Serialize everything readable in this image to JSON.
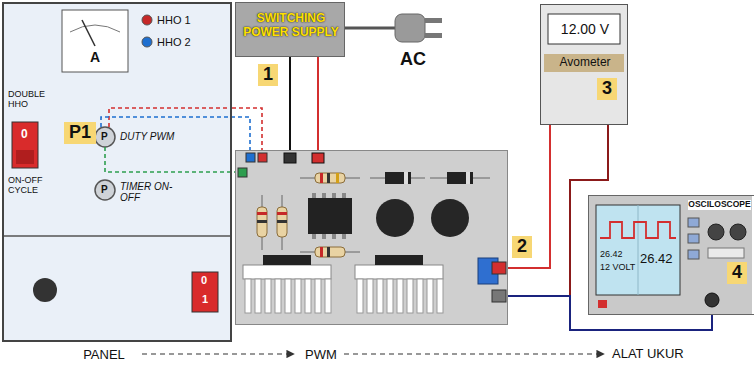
{
  "diagram": {
    "nodes": [
      {
        "text": [
          "PANEL"
        ]
      },
      {
        "text": [
          "SWITCHING POWER SUPPLY"
        ]
      },
      {
        "text": [
          "PWM"
        ]
      },
      {
        "text": [
          "12.00 V",
          "Avometer"
        ]
      },
      {
        "text": [
          "OSCILOSCOPE"
        ]
      }
    ],
    "edges": [
      {
        "from": 0,
        "to": 2,
        "arrow": "none"
      },
      {
        "from": 1,
        "to": 2,
        "arrow": "none"
      },
      {
        "from": 2,
        "to": 3,
        "arrow": "none"
      },
      {
        "from": 2,
        "to": 4,
        "arrow": "none"
      }
    ],
    "labels": [
      "A",
      "HHO 1",
      "HHO 2",
      "DOUBLE HHO",
      "P1",
      "P",
      "DUTY PWM",
      "P",
      "TIMER ON-OFF",
      "0",
      "ON-OFF CYCLE",
      "0",
      "1",
      "1",
      "AC",
      "3",
      "2",
      "26.42",
      "12 VOLT",
      "26.42",
      "4",
      "ALAT UKUR"
    ]
  }
}
